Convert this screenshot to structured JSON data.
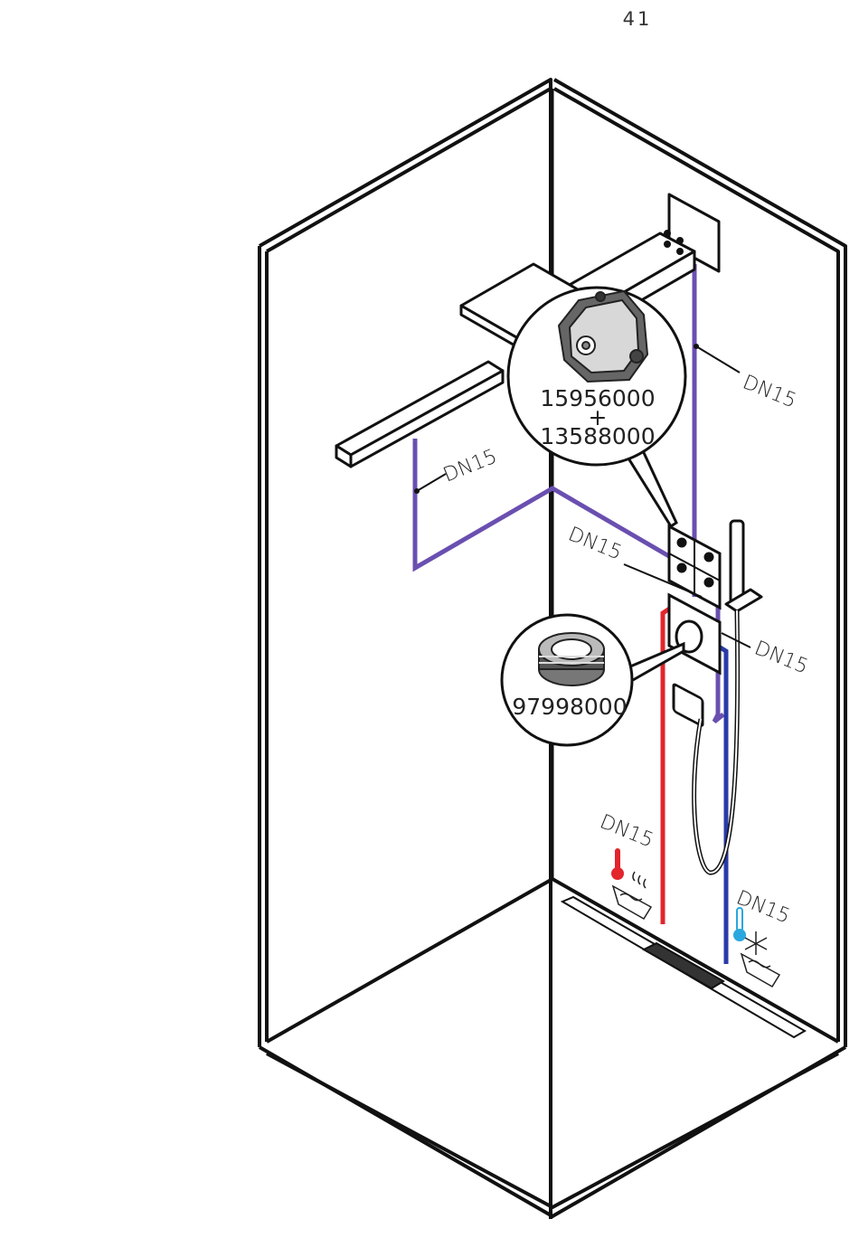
{
  "page_number": "41",
  "labels": {
    "dn_overhead_right": "DN15",
    "dn_overhead_left": "DN15",
    "dn_module": "DN15",
    "dn_control": "DN15",
    "dn_hot": "DN15",
    "dn_cold": "DN15"
  },
  "callouts": {
    "top_part_1": "15956000",
    "top_plus": "+",
    "top_part_2": "13588000",
    "bottom_part": "97998000"
  },
  "colors": {
    "outline": "#111111",
    "pipe_supply": "#6a4fb0",
    "pipe_hot": "#e2262c",
    "pipe_cold": "#2a3aa8",
    "icon_hot": "#e2262c",
    "icon_cold": "#29a8df"
  }
}
